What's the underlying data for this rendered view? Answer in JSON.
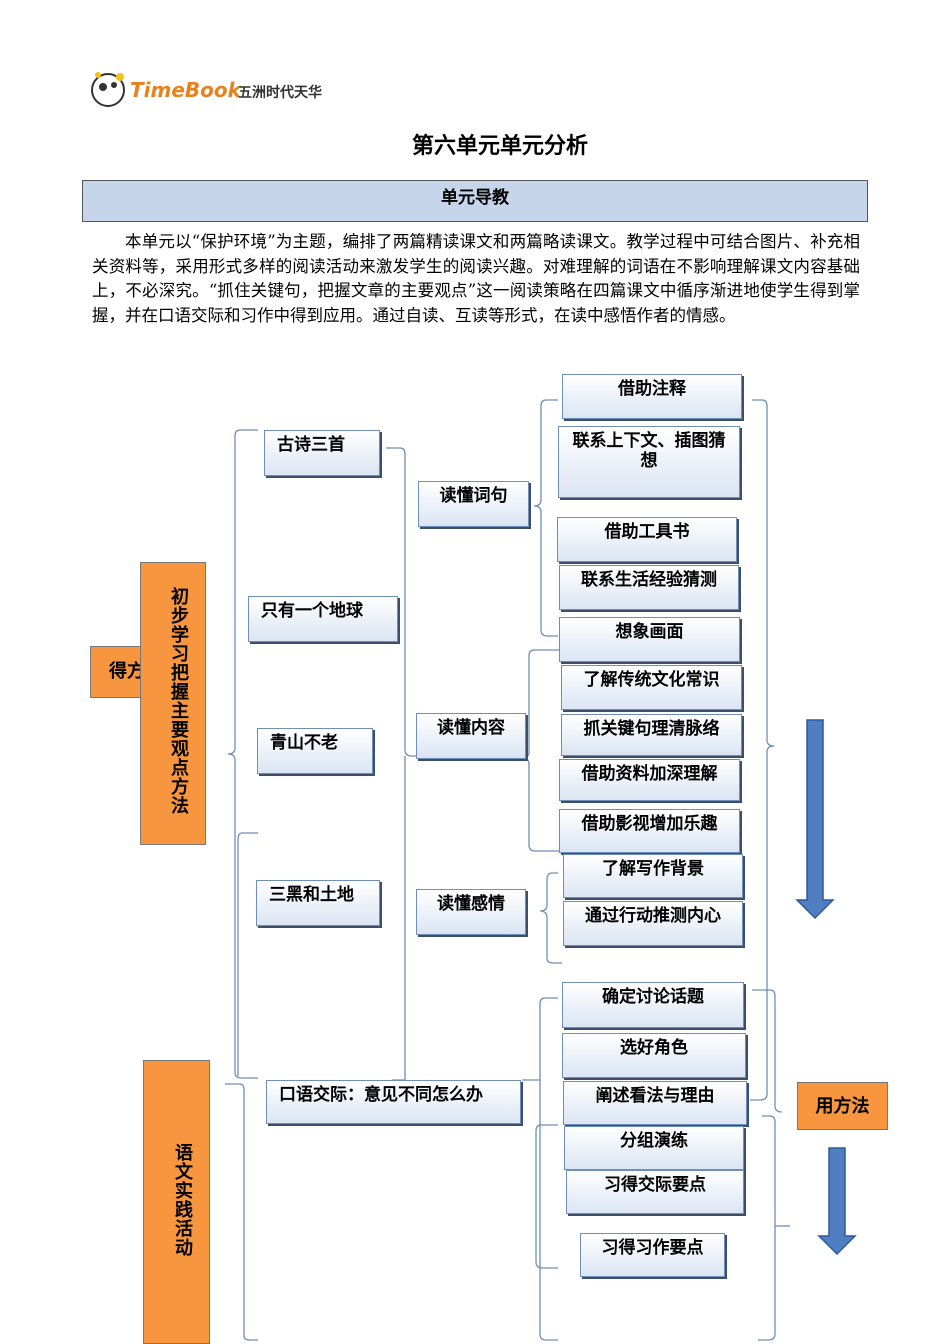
{
  "header": {
    "logo_brand": "TimeBook",
    "logo_cn": "五洲时代天华"
  },
  "title": "第六单元单元分析",
  "section": {
    "banner": "单元导教"
  },
  "intro": "本单元以“保护环境”为主题，编排了两篇精读课文和两篇略读课文。教学过程中可结合图片、补充相关资料等，采用形式多样的阅读活动来激发学生的阅读兴趣。对难理解的词语在不影响理解课文内容基础上，不必深究。“抓住关键句，把握文章的主要观点”这一阅读策略在四篇课文中循序渐进地使学生得到掌握，并在口语交际和习作中得到应用。通过自读、互读等形式，在读中感悟作者的情感。",
  "diagram": {
    "left_labels": {
      "get_method": "得方",
      "main_method": "初步学习把握主要观点方法",
      "practice": "语文实践活动",
      "use_method": "用方法"
    },
    "lessons": [
      "古诗三首",
      "只有一个地球",
      "青山不老",
      "三黑和土地",
      "口语交际：意见不同怎么办"
    ],
    "goals": [
      "读懂词句",
      "读懂内容",
      "读懂感情"
    ],
    "methods_words": [
      "借助注释",
      "联系上下文、插图猜想",
      "借助工具书",
      "联系生活经验猜测",
      "想象画面"
    ],
    "methods_content": [
      "了解传统文化常识",
      "抓关键句理清脉络",
      "借助资料加深理解",
      "借助影视增加乐趣"
    ],
    "methods_emotion": [
      "了解写作背景",
      "通过行动推测内心"
    ],
    "oral_steps": [
      "确定讨论话题",
      "选好角色",
      "阐述看法与理由",
      "分组演练",
      "习得交际要点",
      "习得习作要点"
    ],
    "colors": {
      "orange": "#f7963f",
      "box_border": "#6f8fb8",
      "arrow": "#4f7fc0",
      "banner": "#c6d5ea"
    }
  }
}
